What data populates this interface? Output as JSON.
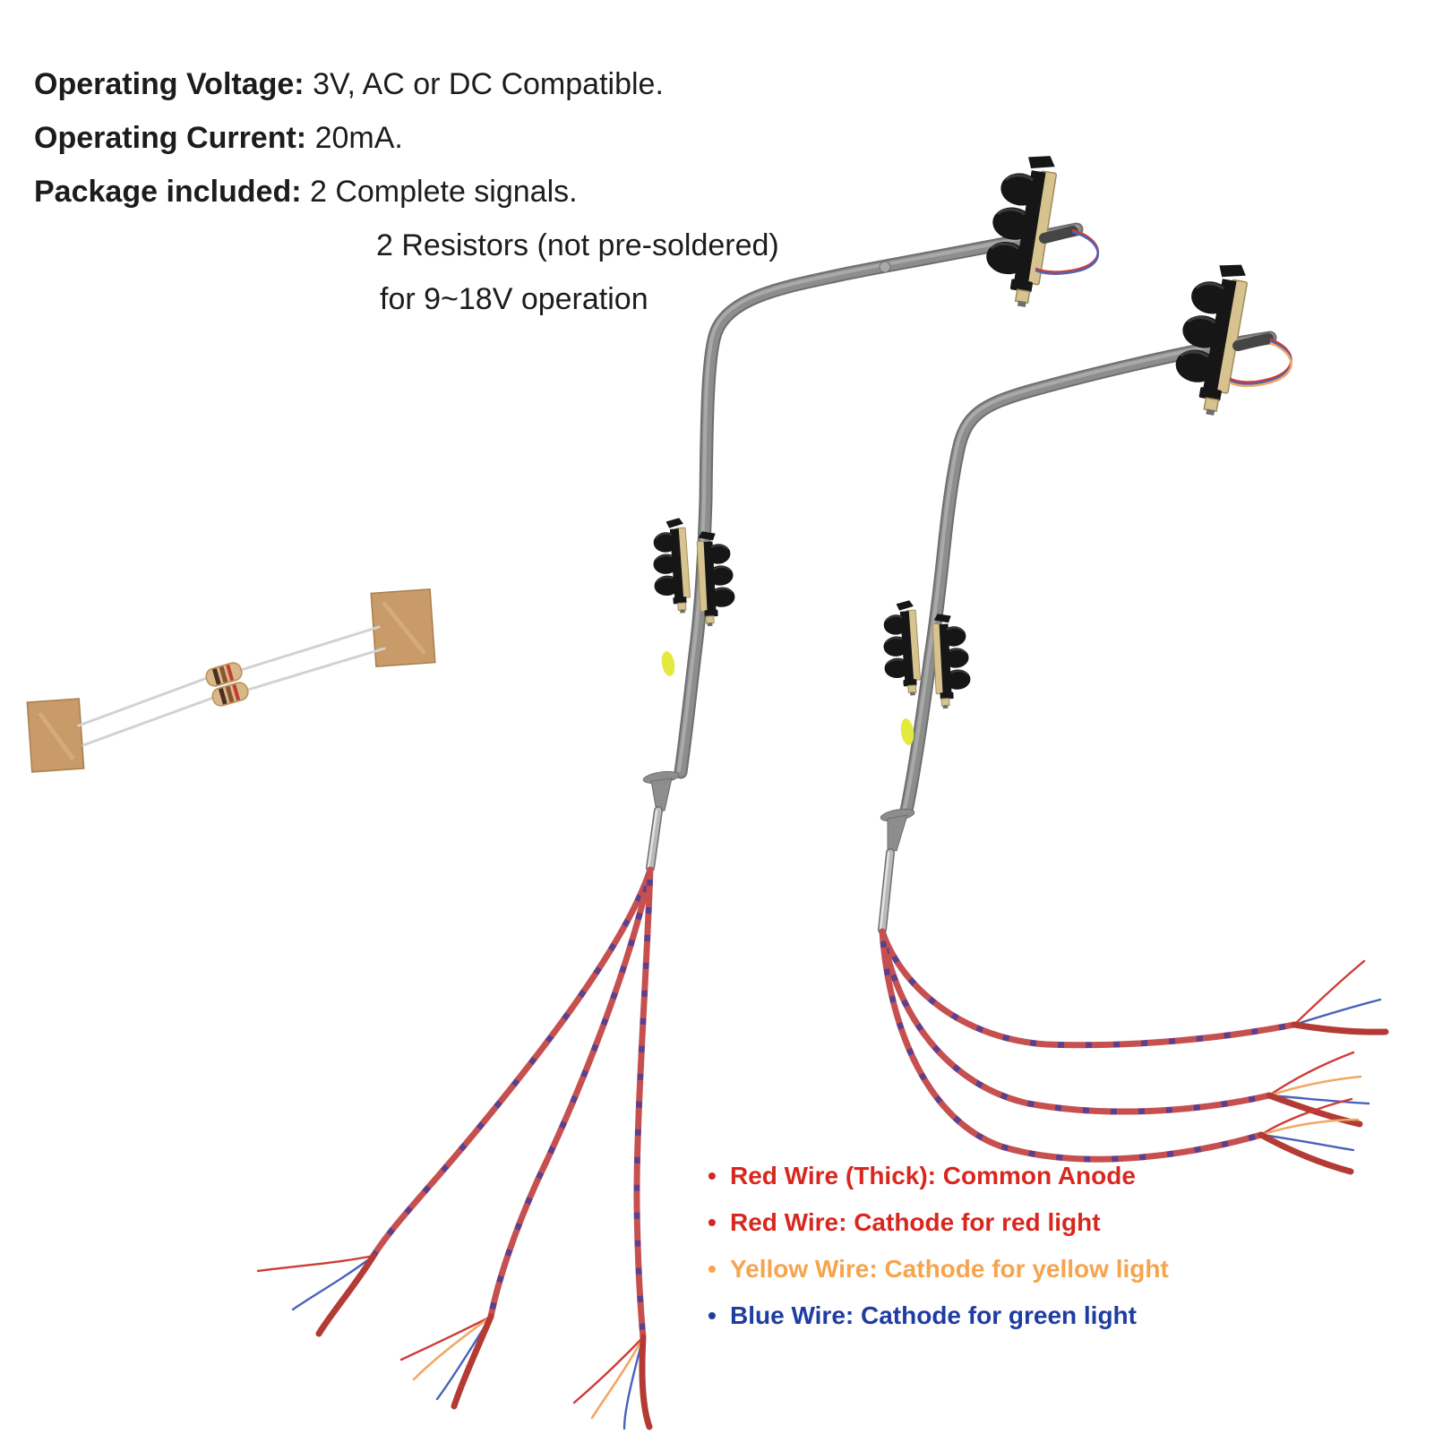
{
  "specs": {
    "line1": {
      "label": "Operating Voltage:",
      "value": " 3V, AC or DC Compatible."
    },
    "line2": {
      "label": "Operating Current:",
      "value": " 20mA."
    },
    "line3": {
      "label": "Package included:",
      "value": " 2 Complete signals."
    },
    "line4": "2 Resistors (not pre-soldered)",
    "line5": "for 9~18V operation"
  },
  "legend": {
    "bullet": "•",
    "items": [
      {
        "text": "Red Wire (Thick): Common Anode",
        "color": "#d7281f"
      },
      {
        "text": "Red Wire: Cathode for red light",
        "color": "#d7281f"
      },
      {
        "text": "Yellow Wire: Cathode for yellow light",
        "color": "#f6a44e"
      },
      {
        "text": "Blue Wire: Cathode for green light",
        "color": "#1f3da0"
      }
    ]
  },
  "colors": {
    "spec-text": "#1c1c1c",
    "pole": "#8d8d8d",
    "pole-light": "#a9a9a9",
    "pole-dark": "#6e6e6e",
    "metal": "#b9b9b9",
    "metal-light": "#e3e3e3",
    "plate": "#d6c390",
    "plate-edge": "#9e8c58",
    "signal-body": "#161616",
    "signal-highlight": "#3a3a3a",
    "yellow-dot": "#e3e93e",
    "twist-red": "#c65050",
    "twist-violet": "#5a4090",
    "wire-thin-red": "#cf3b36",
    "wire-orange": "#f2a765",
    "wire-blue": "#4a62b8",
    "wire-thick-red": "#b43b35",
    "tape": "#c89b68",
    "tape-edge": "#a87f4e",
    "resistor-body": "#d9b887",
    "lead": "#d2d2d2",
    "background": "#ffffff"
  }
}
